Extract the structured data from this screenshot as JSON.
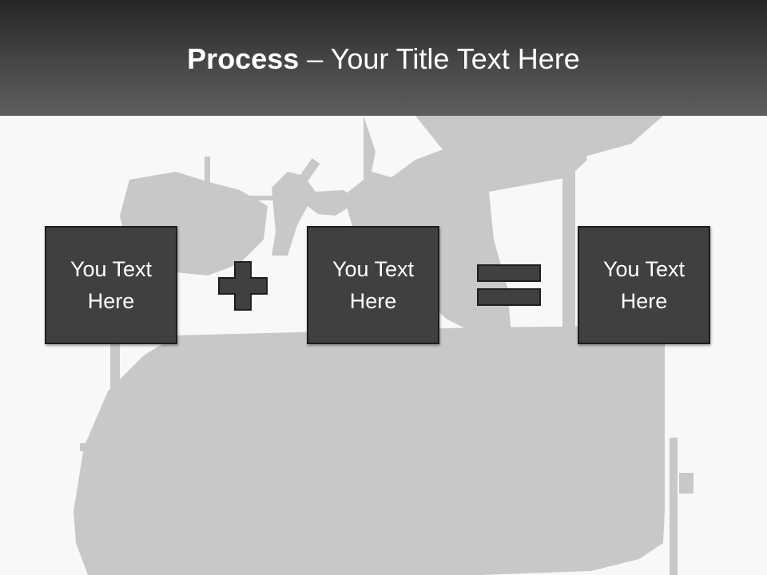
{
  "slide": {
    "title_bold": "Process",
    "title_rest": " – Your Title Text Here"
  },
  "process": {
    "steps": [
      {
        "label": "You Text Here"
      },
      {
        "label": "You Text Here"
      },
      {
        "label": "You Text Here"
      }
    ],
    "operators": [
      "plus-icon",
      "equals-icon"
    ]
  },
  "colors": {
    "header_dark": "#262626",
    "header_light": "#5e5e5e",
    "background": "#f8f8f8",
    "silhouette": "#c8c8c8",
    "box_fill": "#404040",
    "box_border": "#1e1e1e",
    "text": "#ffffff"
  }
}
